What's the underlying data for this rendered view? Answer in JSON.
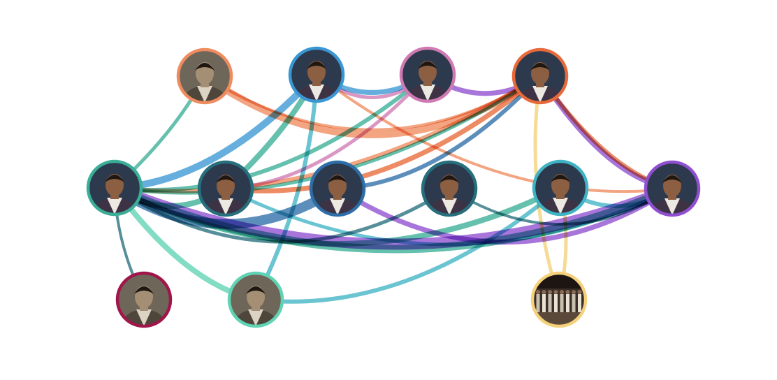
{
  "diagram": {
    "colors": {
      "orange": "#ef8c5f",
      "blue": "#3b97d3",
      "teal": "#3aae97",
      "pink": "#d07ab3",
      "purple": "#8f4fd0",
      "darkteal": "#276f7c",
      "steelblue": "#2e6ea8",
      "cyan": "#40b3c4",
      "yellow": "#f4d17a",
      "crimson": "#a0154a",
      "mint": "#60d3b4",
      "coral": "#e86a3a"
    },
    "nodes": [
      {
        "id": "mulligan",
        "ring": "orange",
        "portrait": "sepia"
      },
      {
        "id": "eliza",
        "ring": "blue",
        "portrait": "color"
      },
      {
        "id": "angelica",
        "ring": "pink",
        "portrait": "color"
      },
      {
        "id": "jefferson",
        "ring": "coral",
        "portrait": "color"
      },
      {
        "id": "hamilton",
        "ring": "teal",
        "portrait": "color"
      },
      {
        "id": "lafayette",
        "ring": "darkteal",
        "portrait": "color"
      },
      {
        "id": "washington",
        "ring": "steelblue",
        "portrait": "color"
      },
      {
        "id": "king",
        "ring": "darkteal",
        "portrait": "color"
      },
      {
        "id": "laurens",
        "ring": "cyan",
        "portrait": "color"
      },
      {
        "id": "burr",
        "ring": "purple",
        "portrait": "color"
      },
      {
        "id": "peggy",
        "ring": "crimson",
        "portrait": "sepia"
      },
      {
        "id": "philip",
        "ring": "mint",
        "portrait": "sepia"
      },
      {
        "id": "ensemble",
        "ring": "yellow",
        "portrait": "stage"
      }
    ],
    "links": [
      {
        "source": "mulligan",
        "target": "jefferson",
        "color": "orange",
        "weight": 4
      },
      {
        "source": "mulligan",
        "target": "jefferson",
        "color": "orange",
        "weight": 10
      },
      {
        "source": "mulligan",
        "target": "hamilton",
        "color": "teal",
        "weight": 5
      },
      {
        "source": "eliza",
        "target": "angelica",
        "color": "blue",
        "weight": 7
      },
      {
        "source": "eliza",
        "target": "angelica",
        "color": "pink",
        "weight": 5
      },
      {
        "source": "eliza",
        "target": "burr",
        "color": "orange",
        "weight": 4
      },
      {
        "source": "eliza",
        "target": "hamilton",
        "color": "blue",
        "weight": 10
      },
      {
        "source": "eliza",
        "target": "lafayette",
        "color": "teal",
        "weight": 8
      },
      {
        "source": "eliza",
        "target": "philip",
        "color": "cyan",
        "weight": 6
      },
      {
        "source": "angelica",
        "target": "jefferson",
        "color": "purple",
        "weight": 7
      },
      {
        "source": "angelica",
        "target": "hamilton",
        "color": "teal",
        "weight": 6
      },
      {
        "source": "angelica",
        "target": "lafayette",
        "color": "pink",
        "weight": 5
      },
      {
        "source": "jefferson",
        "target": "hamilton",
        "color": "orange",
        "weight": 6
      },
      {
        "source": "jefferson",
        "target": "hamilton",
        "color": "teal",
        "weight": 5
      },
      {
        "source": "jefferson",
        "target": "washington",
        "color": "steelblue",
        "weight": 6
      },
      {
        "source": "jefferson",
        "target": "lafayette",
        "color": "coral",
        "weight": 7
      },
      {
        "source": "jefferson",
        "target": "burr",
        "color": "coral",
        "weight": 6
      },
      {
        "source": "jefferson",
        "target": "burr",
        "color": "purple",
        "weight": 8
      },
      {
        "source": "jefferson",
        "target": "ensemble",
        "color": "yellow",
        "weight": 5
      },
      {
        "source": "hamilton",
        "target": "washington",
        "color": "steelblue",
        "weight": 14
      },
      {
        "source": "hamilton",
        "target": "lafayette",
        "color": "teal",
        "weight": 8
      },
      {
        "source": "hamilton",
        "target": "burr",
        "color": "purple",
        "weight": 16
      },
      {
        "source": "hamilton",
        "target": "burr",
        "color": "teal",
        "weight": 12
      },
      {
        "source": "hamilton",
        "target": "laurens",
        "color": "teal",
        "weight": 8
      },
      {
        "source": "hamilton",
        "target": "king",
        "color": "darkteal",
        "weight": 5
      },
      {
        "source": "hamilton",
        "target": "peggy",
        "color": "darkteal",
        "weight": 4
      },
      {
        "source": "hamilton",
        "target": "philip",
        "color": "mint",
        "weight": 8
      },
      {
        "source": "lafayette",
        "target": "burr",
        "color": "cyan",
        "weight": 5
      },
      {
        "source": "washington",
        "target": "burr",
        "color": "purple",
        "weight": 7
      },
      {
        "source": "king",
        "target": "burr",
        "color": "darkteal",
        "weight": 4
      },
      {
        "source": "laurens",
        "target": "burr",
        "color": "cyan",
        "weight": 6
      },
      {
        "source": "laurens",
        "target": "ensemble",
        "color": "yellow",
        "weight": 5
      },
      {
        "source": "philip",
        "target": "laurens",
        "color": "cyan",
        "weight": 6
      }
    ]
  }
}
